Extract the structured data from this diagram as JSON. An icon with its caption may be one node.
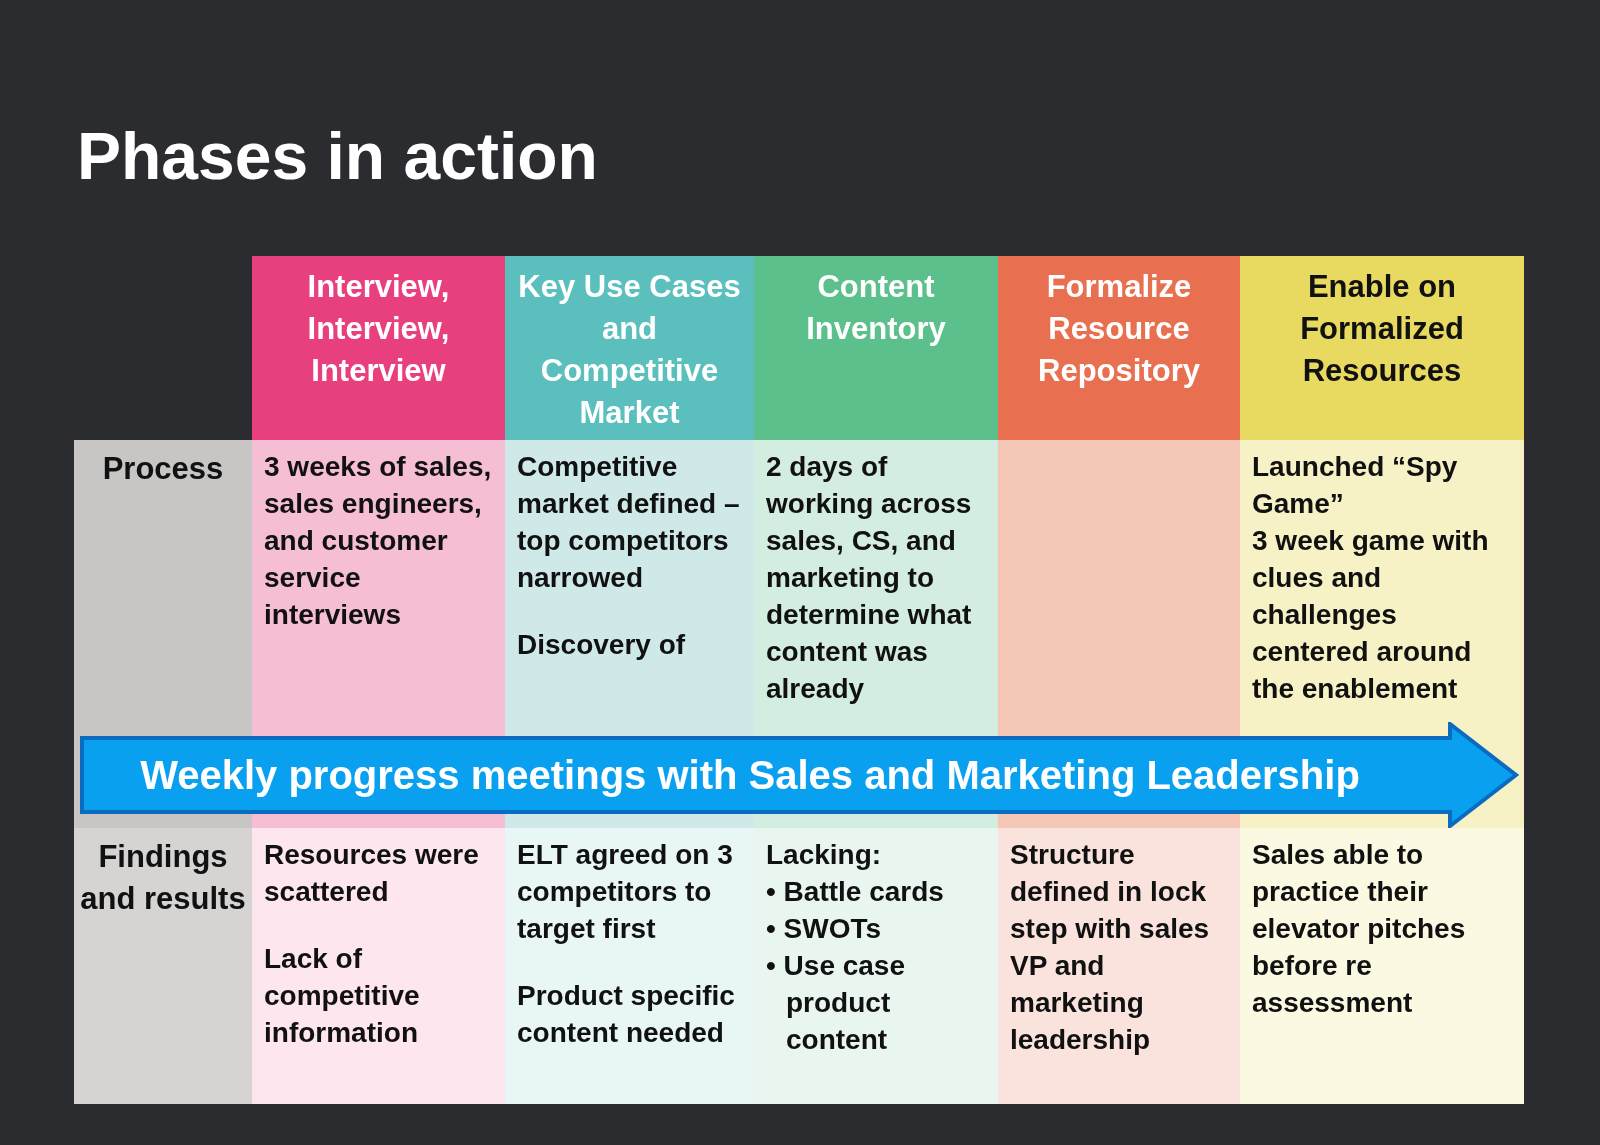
{
  "diagram": {
    "title": "Phases in action",
    "nodes": [
      {
        "text": [
          "Interview, Interview, Interview"
        ]
      },
      {
        "text": [
          "Key Use Cases and Competitive Market"
        ]
      },
      {
        "text": [
          "Content Inventory"
        ]
      },
      {
        "text": [
          "Formalize Resource Repository"
        ]
      },
      {
        "text": [
          "Enable on Formalized Resources"
        ]
      },
      {
        "text": [
          "Process"
        ]
      },
      {
        "text": [
          "3 weeks of sales, sales engineers, and customer service interviews"
        ]
      },
      {
        "text": [
          "Competitive market defined – top competitors narrowed",
          "Discovery of"
        ]
      },
      {
        "text": [
          "2 days of working across sales, CS, and marketing to determine what content was already"
        ]
      },
      {
        "text": [],
        "shape": "box"
      },
      {
        "text": [
          "Launched “Spy Game”",
          "3 week game with clues and challenges centered around the enablement"
        ]
      },
      {
        "text": [
          "Findings and results"
        ]
      },
      {
        "text": [
          "Resources were scattered",
          "Lack of competitive information"
        ]
      },
      {
        "text": [
          "ELT agreed on 3 competitors to target first",
          "Product specific content needed"
        ]
      },
      {
        "text": [
          "Lacking:",
          "• Battle cards",
          "• SWOTs",
          "• Use case product content"
        ]
      },
      {
        "text": [
          "Structure defined in lock step with sales VP and marketing leadership"
        ]
      },
      {
        "text": [
          "Sales able to practice their elevator pitches before re assessment"
        ]
      },
      {
        "text": [
          "Weekly progress meetings with Sales and Marketing Leadership"
        ]
      }
    ],
    "edges": []
  }
}
